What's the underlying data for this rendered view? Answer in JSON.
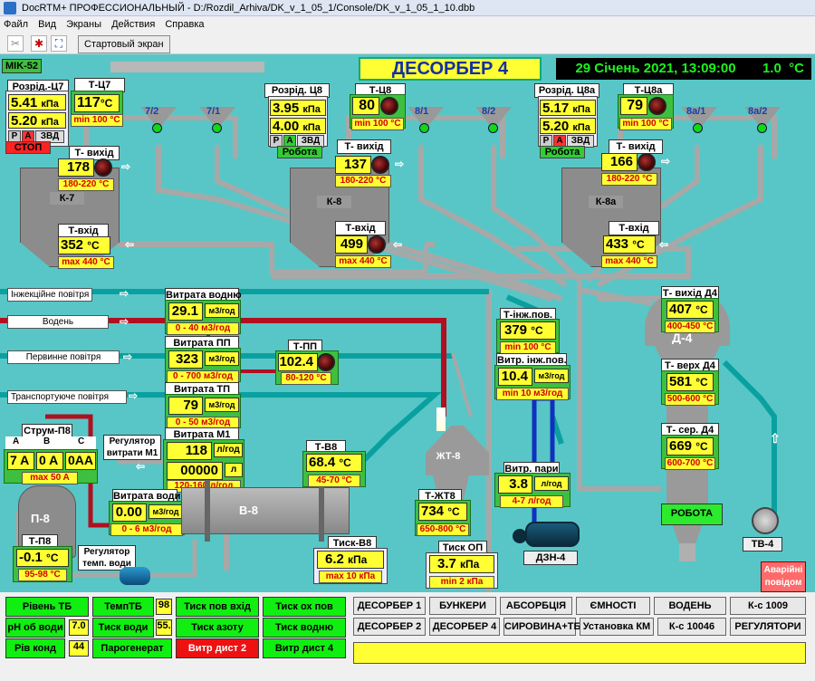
{
  "window": {
    "title": "DocRTM+ ПРОФЕССИОНАЛЬНЫЙ - D:/Rozdil_Arhiva/DK_v_1_05_1/Console/DK_v_1_05_1_10.dbb"
  },
  "menu": [
    "Файл",
    "Вид",
    "Экраны",
    "Действия",
    "Справка"
  ],
  "toolbar": {
    "start_screen": "Стартовый экран"
  },
  "header": {
    "mik": "MIK-52",
    "title": "ДЕСОРБЕР 4",
    "datetime": "29 Січень 2021, 13:09:00",
    "temp": "1.0",
    "temp_unit": "°C"
  },
  "k7": {
    "rozr_label": "Розрід.-Ц7",
    "rozr1": "5.41",
    "rozr2": "5.20",
    "unit": "кПа",
    "p": "Р",
    "a": "А",
    "zvd": "ЗВД",
    "state": "СТОП",
    "tc_label": "Т-Ц7",
    "tc": "117",
    "tc_unit": "°C",
    "tc_range": "min 100 °C",
    "f1": "7/2",
    "f2": "7/1",
    "tout_label": "Т- вихід",
    "tout": "178",
    "tout_range": "180-220 °C",
    "name": "К-7",
    "tin_label": "Т-вхід",
    "tin": "352",
    "tin_unit": "°C",
    "tin_range": "max 440 °C"
  },
  "k8": {
    "rozr_label": "Розрід. Ц8",
    "rozr1": "3.95",
    "rozr2": "4.00",
    "unit": "кПа",
    "p": "Р",
    "a": "А",
    "zvd": "ЗВД",
    "state": "Робота",
    "tc_label": "Т-Ц8",
    "tc": "80",
    "tc_range": "min 100 °C",
    "f1": "8/1",
    "f2": "8/2",
    "tout_label": "Т- вихід",
    "tout": "137",
    "tout_range": "180-220 °C",
    "name": "К-8",
    "tin_label": "Т-вхід",
    "tin": "499",
    "tin_range": "max 440 °C"
  },
  "k8a": {
    "rozr_label": "Розрід. Ц8а",
    "rozr1": "5.17",
    "rozr2": "5.20",
    "unit": "кПа",
    "p": "Р",
    "a": "А",
    "zvd": "ЗВД",
    "state": "Робота",
    "tc_label": "Т-Ц8а",
    "tc": "79",
    "tc_range": "min 100 °C",
    "f1": "8а/1",
    "f2": "8а/2",
    "tout_label": "Т- вихід",
    "tout": "166",
    "tout_range": "180-220 °C",
    "name": "К-8а",
    "tin_label": "Т-вхід",
    "tin": "433",
    "tin_unit": "°C",
    "tin_range": "max 440 °C"
  },
  "pipes": {
    "inject": "Інжекційне повітря",
    "water": "Водень",
    "primary": "Первинне повітря",
    "transport": "Транспортуюче повітря"
  },
  "flows": {
    "water": {
      "label": "Витрата водню",
      "value": "29.1",
      "unit": "м3/год",
      "range": "0 - 40 м3/год"
    },
    "pp": {
      "label": "Витрата ПП",
      "value": "323",
      "unit": "м3/год",
      "range": "0 - 700 м3/год"
    },
    "tp": {
      "label": "Витрата ТП",
      "value": "79",
      "unit": "м3/год",
      "range": "0 - 50 м3/год"
    },
    "m1": {
      "label": "Витрата М1",
      "value1": "118",
      "unit1": "л/год",
      "value2": "00000",
      "unit2": "л",
      "range": "120-160 л/год",
      "reg": "Регулятор витрати М1"
    },
    "vody": {
      "label": "Витрата води",
      "value": "0.00",
      "unit": "м3/год",
      "range": "0 - 6 м3/год"
    }
  },
  "tpp": {
    "label": "Т-ПП",
    "value": "102.4",
    "range": "80-120 °C"
  },
  "tinj": {
    "label": "Т-інж.пов.",
    "value": "379",
    "unit": "°C",
    "range": "min 100 °C"
  },
  "vinj": {
    "label": "Витр. інж.пов.",
    "value": "10.4",
    "unit": "м3/год",
    "range": "min 10 м3/год"
  },
  "zht8": {
    "name": "ЖТ-8",
    "tlabel": "Т-ЖТ8",
    "tvalue": "734",
    "tunit": "°C",
    "trange": "650-800 °C",
    "plabel": "Тиск ОП",
    "pvalue": "3.7",
    "punit": "кПа",
    "prange": "min 2 кПа"
  },
  "steam": {
    "label": "Витр. пари",
    "value": "3.8",
    "unit": "л/год",
    "range": "4-7 л/год"
  },
  "dzn": "ДЗН-4",
  "d4": {
    "name": "Д-4",
    "tout_label": "Т- вихід Д4",
    "tout": "407",
    "tout_range": "400-450 °C",
    "tup_label": "Т- верх Д4",
    "tup": "581",
    "tup_range": "500-600 °C",
    "tmid_label": "Т- сер. Д4",
    "tmid": "669",
    "tmid_range": "600-700 °C",
    "state": "РОБОТА",
    "fan": "ТВ-4"
  },
  "p8": {
    "name": "П-8",
    "cur_label": "Струм-П8",
    "a": "A",
    "b": "B",
    "c": "C",
    "va": "7",
    "vb": "0",
    "vc": "0",
    "unit": "A",
    "range": "max 50 A",
    "t_label": "Т-П8",
    "t": "-0.1",
    "t_unit": "°C",
    "t_range": "95-98 °C",
    "reg": "Регулятор темп. води"
  },
  "b8": {
    "name": "В-8",
    "t_label": "Т-В8",
    "t": "68.4",
    "t_unit": "°C",
    "t_range": "45-70 °C",
    "p_label": "Тиск-В8",
    "p": "6.2",
    "p_unit": "кПа",
    "p_range": "max 10 кПа"
  },
  "alarm": "Аварійні повідом",
  "status": [
    {
      "label": "Рівень ТБ"
    },
    {
      "label": "ТемпТБ",
      "value": "98"
    },
    {
      "label": "Тиск пов вхід"
    },
    {
      "label": "Тиск ох пов"
    },
    {
      "label": "рН об води",
      "value": "7.0"
    },
    {
      "label": "Тиск води",
      "value": "55."
    },
    {
      "label": "Тиск азоту"
    },
    {
      "label": "Тиск водню"
    },
    {
      "label": "Рів конд",
      "value": "44"
    },
    {
      "label": "Парогенерат"
    },
    {
      "label": "Витр дист 2"
    },
    {
      "label": "Витр дист 4"
    }
  ],
  "nav": [
    "ДЕСОРБЕР 1",
    "БУНКЕРИ",
    "АБСОРБЦІЯ",
    "ЄМНОСТІ",
    "ВОДЕНЬ",
    "К-с 1009",
    "ДЕСОРБЕР 2",
    "ДЕСОРБЕР 4",
    "СИРОВИНА+ТБ",
    "Установка КМ",
    "К-с 10046",
    "РЕГУЛЯТОРИ"
  ]
}
